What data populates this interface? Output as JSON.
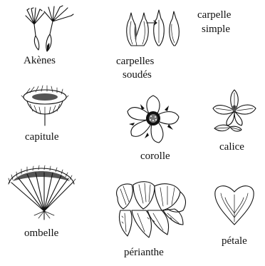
{
  "labels": {
    "akenes": "Akènes",
    "carpelles_soudes_1": "carpelles",
    "carpelles_soudes_2": "soudés",
    "carpelle_simple_1": "carpelle",
    "carpelle_simple_2": "simple",
    "capitule": "capitule",
    "corolle": "corolle",
    "calice": "calice",
    "ombelle": "ombelle",
    "perianthe": "périanthe",
    "petale": "pétale"
  },
  "icons": [
    "achene-icon",
    "fused-carpels-icon",
    "flower-head-icon",
    "corolla-icon",
    "calyx-icon",
    "umbel-icon",
    "perianth-icon",
    "petal-icon"
  ]
}
